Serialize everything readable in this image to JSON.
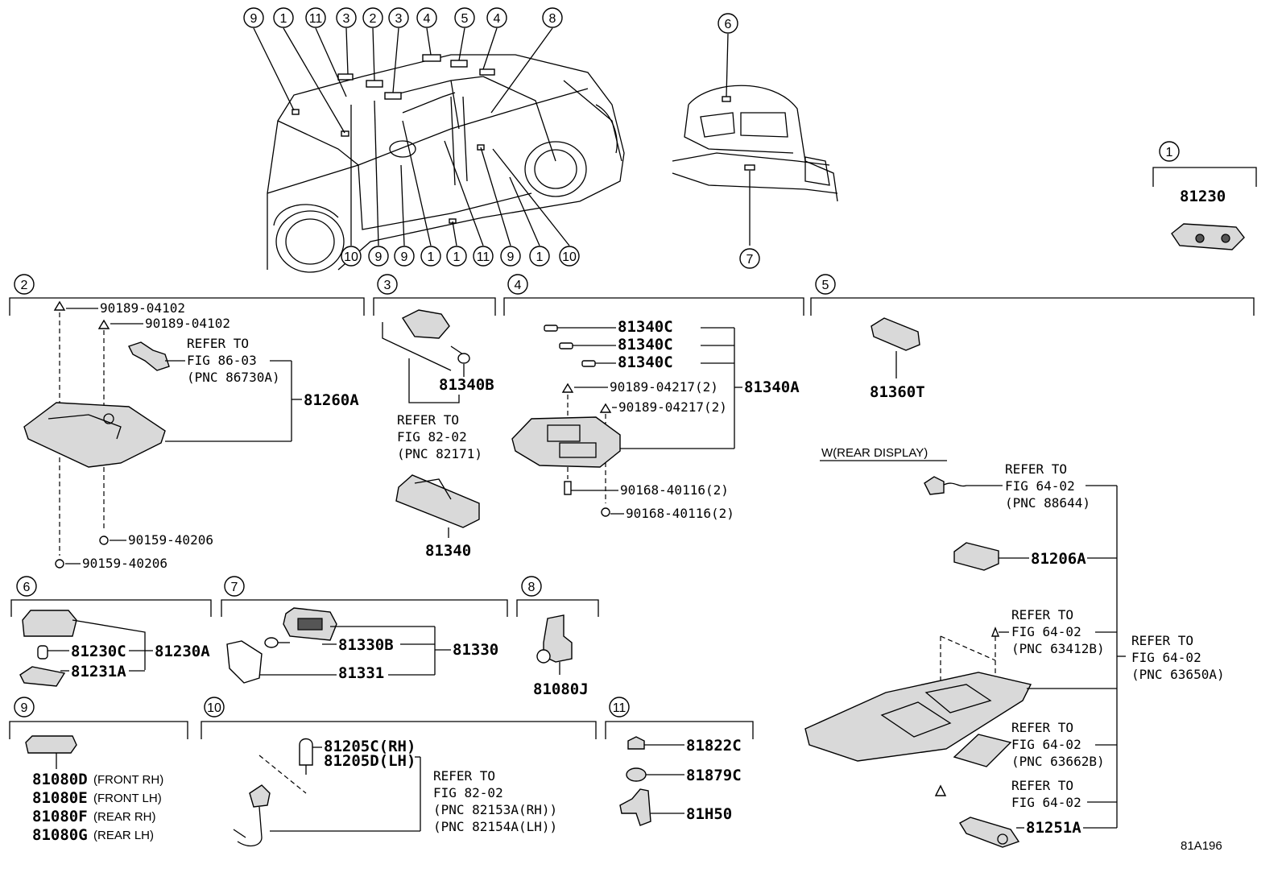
{
  "callouts": {
    "c1": "1",
    "c2": "2",
    "c3": "3",
    "c4": "4",
    "c5": "5",
    "c6": "6",
    "c7": "7",
    "c8": "8",
    "c9": "9",
    "c10": "10",
    "c11": "11"
  },
  "g1": {
    "part": "81230"
  },
  "g2": {
    "clip_a": "90189-04102",
    "clip_b": "90189-04102",
    "refer": [
      "REFER TO",
      "FIG 86-03",
      "(PNC 86730A)"
    ],
    "assy": "81260A",
    "screw_a": "90159-40206",
    "screw_b": "90159-40206"
  },
  "g3": {
    "bulb": "81340B",
    "refer": [
      "REFER TO",
      "FIG 82-02",
      "(PNC 82171)"
    ],
    "assy": "81340"
  },
  "g4": {
    "bulbs": [
      "81340C",
      "81340C",
      "81340C"
    ],
    "clip_a": "90189-04217(2)",
    "clip_b": "90189-04217(2)",
    "assy": "81340A",
    "screw_a": "90168-40116(2)",
    "screw_b": "90168-40116(2)"
  },
  "g5": {
    "part": "81360T",
    "variant": "W(REAR DISPLAY)",
    "ref1": [
      "REFER TO",
      "FIG 64-02",
      "(PNC 88644)"
    ],
    "lamp": "81206A",
    "ref2": [
      "REFER TO",
      "FIG 64-02",
      "(PNC 63412B)"
    ],
    "ref_main": [
      "REFER TO",
      "FIG 64-02",
      "(PNC 63650A)"
    ],
    "ref3": [
      "REFER TO",
      "FIG 64-02",
      "(PNC 63662B)"
    ],
    "ref4": [
      "REFER TO",
      "FIG 64-02"
    ],
    "cover": "81251A"
  },
  "g6": {
    "bulb": "81230C",
    "lens": "81231A",
    "assy": "81230A"
  },
  "g7": {
    "socket": "81330B",
    "lens": "81331",
    "assy": "81330"
  },
  "g8": {
    "part": "81080J"
  },
  "g9": {
    "parts": [
      {
        "pn": "81080D",
        "pos": "(FRONT RH)"
      },
      {
        "pn": "81080E",
        "pos": "(FRONT LH)"
      },
      {
        "pn": "81080F",
        "pos": "(REAR RH)"
      },
      {
        "pn": "81080G",
        "pos": "(REAR LH)"
      }
    ]
  },
  "g10": {
    "rh": "81205C(RH)",
    "lh": "81205D(LH)",
    "refer": [
      "REFER TO",
      "FIG 82-02",
      "(PNC 82153A(RH))",
      "(PNC 82154A(LH))"
    ]
  },
  "g11": {
    "a": "81822C",
    "b": "81879C",
    "c": "81H50"
  },
  "figure_code": "81A196"
}
